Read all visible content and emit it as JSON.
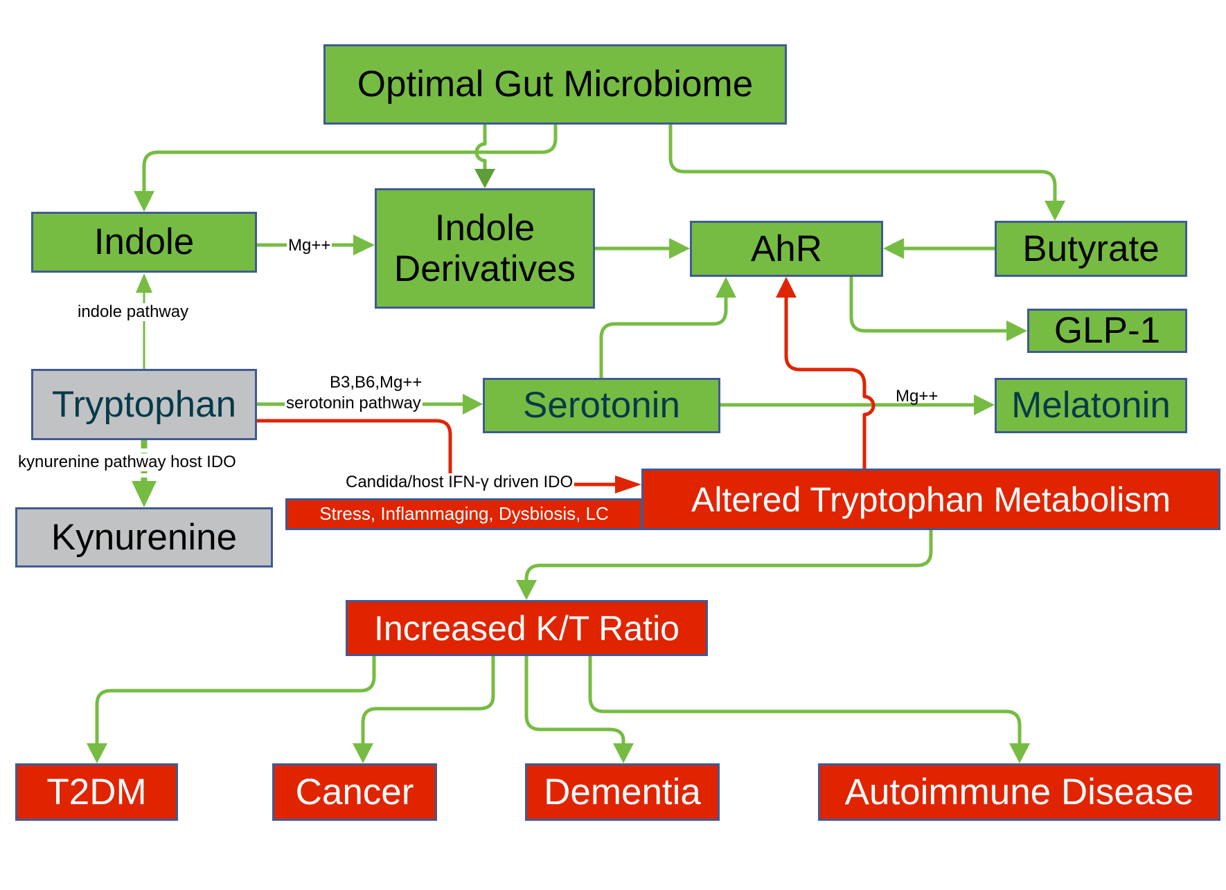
{
  "title": "Gut microbiome and tryptophan metabolism pathways",
  "colors": {
    "healthy_node": "#76bc43",
    "precursor_node": "#c1c2c4",
    "disease_node": "#e02400",
    "node_border": "#3f5a93",
    "healthy_arrow": "#76bc43",
    "disease_arrow": "#e02400",
    "teal_text": "#063a4a"
  },
  "nodes": {
    "microbiome": "Optimal Gut Microbiome",
    "indole": "Indole",
    "indole_derivatives_line1": "Indole",
    "indole_derivatives_line2": "Derivatives",
    "ahr": "AhR",
    "butyrate": "Butyrate",
    "glp1": "GLP-1",
    "tryptophan": "Tryptophan",
    "serotonin": "Serotonin",
    "melatonin": "Melatonin",
    "kynurenine": "Kynurenine",
    "stress": "Stress, Inflammaging, Dysbiosis, LC",
    "altered": "Altered Tryptophan Metabolism",
    "kt_ratio": "Increased K/T Ratio",
    "t2dm": "T2DM",
    "cancer": "Cancer",
    "dementia": "Dementia",
    "autoimmune": "Autoimmune Disease"
  },
  "edge_labels": {
    "indole_to_derivatives": "Mg++",
    "indole_pathway": "indole pathway",
    "serotonin_cofactors": "B3,B6,Mg++",
    "serotonin_pathway": "serotonin pathway",
    "kynurenine_pathway": "kynurenine pathway host IDO",
    "candida_ido": "Candida/host IFN-γ driven IDO",
    "serotonin_to_melatonin": "Mg++"
  },
  "edges": [
    {
      "from": "microbiome",
      "to": "indole",
      "type": "healthy"
    },
    {
      "from": "microbiome",
      "to": "indole_derivatives",
      "type": "healthy"
    },
    {
      "from": "microbiome",
      "to": "butyrate",
      "type": "healthy"
    },
    {
      "from": "indole",
      "to": "indole_derivatives",
      "type": "healthy",
      "label": "Mg++"
    },
    {
      "from": "indole_derivatives",
      "to": "ahr",
      "type": "healthy"
    },
    {
      "from": "butyrate",
      "to": "ahr",
      "type": "healthy"
    },
    {
      "from": "ahr",
      "to": "glp1",
      "type": "healthy"
    },
    {
      "from": "tryptophan",
      "to": "indole",
      "type": "healthy",
      "label": "indole pathway"
    },
    {
      "from": "tryptophan",
      "to": "serotonin",
      "type": "healthy",
      "label": "B3,B6,Mg++ serotonin pathway"
    },
    {
      "from": "serotonin",
      "to": "ahr",
      "type": "healthy"
    },
    {
      "from": "serotonin",
      "to": "melatonin",
      "type": "healthy",
      "label": "Mg++"
    },
    {
      "from": "tryptophan",
      "to": "kynurenine",
      "type": "healthy",
      "label": "kynurenine pathway host IDO"
    },
    {
      "from": "tryptophan",
      "to": "altered",
      "type": "disease",
      "label": "Candida/host IFN-γ driven IDO"
    },
    {
      "from": "altered",
      "to": "ahr",
      "type": "disease"
    },
    {
      "from": "altered",
      "to": "kt_ratio",
      "type": "healthy"
    },
    {
      "from": "kt_ratio",
      "to": "t2dm",
      "type": "healthy"
    },
    {
      "from": "kt_ratio",
      "to": "cancer",
      "type": "healthy"
    },
    {
      "from": "kt_ratio",
      "to": "dementia",
      "type": "healthy"
    },
    {
      "from": "kt_ratio",
      "to": "autoimmune",
      "type": "healthy"
    }
  ]
}
